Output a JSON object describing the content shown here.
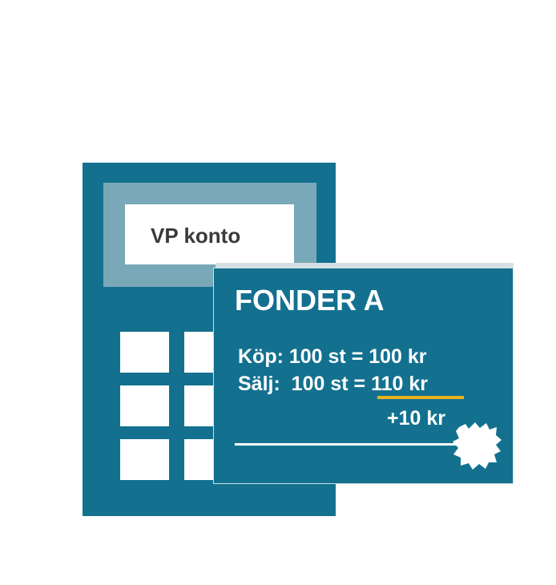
{
  "calculator": {
    "screen_label": "VP konto",
    "key_count": 6
  },
  "card": {
    "title": "FONDER A",
    "buy_line": "Köp: 100 st = 100 kr",
    "sell_prefix": "Sälj:  100 st = ",
    "sell_amount": "110 kr",
    "result": "+10 kr"
  },
  "colors": {
    "primary": "#13718f",
    "screen_frame": "#79a8b8",
    "highlight": "#e8b21e",
    "text_dark": "#3a3a3a",
    "white": "#ffffff"
  }
}
